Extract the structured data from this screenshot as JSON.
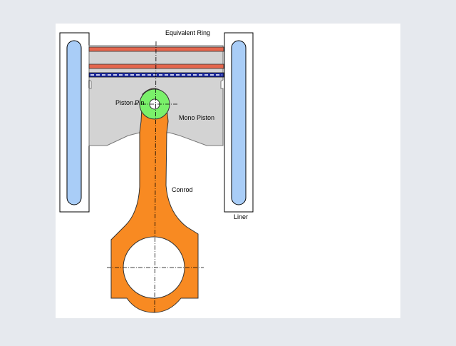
{
  "labels": {
    "equivalent_ring": "Equivalent Ring",
    "piston_pin": "Piston Pin",
    "mono_piston": "Mono Piston",
    "conrod": "Conrod",
    "liner": "Liner"
  },
  "colors": {
    "background": "#e6e9ee",
    "canvas": "#ffffff",
    "liner_fill": "#a9cdf7",
    "piston_fill": "#d3d3d3",
    "ring_red": "#e4664d",
    "ring_blue": "#1c2aa3",
    "pin_green": "#7af06a",
    "conrod_orange": "#f88a22"
  }
}
